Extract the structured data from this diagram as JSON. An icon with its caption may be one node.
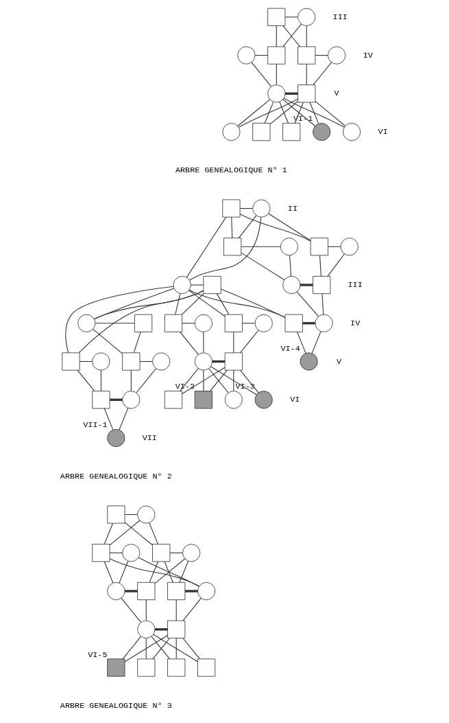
{
  "diagram": {
    "nodes": [
      {
        "text": [],
        "shape": "box"
      },
      {
        "text": [],
        "shape": "circle"
      },
      {
        "text": [],
        "shape": "circle"
      },
      {
        "text": [],
        "shape": "box"
      },
      {
        "text": [],
        "shape": "box"
      },
      {
        "text": [],
        "shape": "circle"
      },
      {
        "text": [],
        "shape": "circle"
      },
      {
        "text": [],
        "shape": "box"
      },
      {
        "text": [],
        "shape": "box"
      },
      {
        "text": [],
        "shape": "box"
      },
      {
        "text": [
          "VI-1"
        ]
      },
      {
        "text": [],
        "shape": "circle"
      },
      {
        "text": [],
        "shape": "circle"
      },
      {
        "text": [],
        "shape": "box"
      },
      {
        "text": [],
        "shape": "circle"
      },
      {
        "text": [],
        "shape": "circle"
      },
      {
        "text": [],
        "shape": "box"
      },
      {
        "text": [],
        "shape": "box"
      },
      {
        "text": [],
        "shape": "circle"
      },
      {
        "text": [],
        "shape": "box"
      },
      {
        "text": [],
        "shape": "circle"
      },
      {
        "text": [],
        "shape": "circle"
      },
      {
        "text": [],
        "shape": "box"
      },
      {
        "text": [],
        "shape": "box"
      },
      {
        "text": [],
        "shape": "circle"
      },
      {
        "text": [],
        "shape": "box"
      },
      {
        "text": [],
        "shape": "circle"
      },
      {
        "text": [],
        "shape": "box"
      },
      {
        "text": [],
        "shape": "circle"
      },
      {
        "text": [],
        "shape": "box"
      },
      {
        "text": [],
        "shape": "circle"
      },
      {
        "text": [],
        "shape": "box"
      },
      {
        "text": [],
        "shape": "box"
      },
      {
        "text": [],
        "shape": "circle"
      },
      {
        "text": [],
        "shape": "box"
      },
      {
        "text": [],
        "shape": "circle"
      },
      {
        "text": [],
        "shape": "box"
      },
      {
        "text": [],
        "shape": "circle"
      },
      {
        "text": [],
        "shape": "circle"
      },
      {
        "text": [],
        "shape": "box"
      },
      {
        "text": [
          "VI-2"
        ]
      },
      {
        "text": [],
        "shape": "circle"
      },
      {
        "text": [
          "VI-3"
        ]
      },
      {
        "text": [
          "VI-4"
        ]
      },
      {
        "text": [
          "VII-1"
        ]
      },
      {
        "text": [],
        "shape": "box"
      },
      {
        "text": [],
        "shape": "circle"
      },
      {
        "text": [],
        "shape": "box"
      },
      {
        "text": [],
        "shape": "circle"
      },
      {
        "text": [],
        "shape": "box"
      },
      {
        "text": [],
        "shape": "circle"
      },
      {
        "text": [],
        "shape": "box"
      },
      {
        "text": [],
        "shape": "box"
      },
      {
        "text": [],
        "shape": "circle"
      },
      {
        "text": [],
        "shape": "circle"
      },
      {
        "text": [],
        "shape": "circle"
      },
      {
        "text": [],
        "shape": "box"
      },
      {
        "text": [],
        "shape": "box"
      },
      {
        "text": [],
        "shape": "box"
      },
      {
        "text": [
          "VI-5"
        ]
      },
      {
        "text": [],
        "shape": "box"
      }
    ],
    "edges": [
      {
        "from": 0,
        "to": 1,
        "arrow": "none"
      },
      {
        "from": 0,
        "to": 3,
        "arrow": "none"
      },
      {
        "from": 1,
        "to": 3,
        "arrow": "none"
      },
      {
        "from": 0,
        "to": 4,
        "arrow": "none"
      },
      {
        "from": 1,
        "to": 4,
        "arrow": "none"
      },
      {
        "from": 2,
        "to": 3,
        "arrow": "none"
      },
      {
        "from": 4,
        "to": 5,
        "arrow": "none"
      },
      {
        "from": 2,
        "to": 6,
        "arrow": "none"
      },
      {
        "from": 3,
        "to": 6,
        "arrow": "none"
      },
      {
        "from": 4,
        "to": 7,
        "arrow": "none"
      },
      {
        "from": 5,
        "to": 7,
        "arrow": "none"
      },
      {
        "from": 6,
        "to": 7,
        "arrow": "none",
        "style": "thick"
      },
      {
        "from": 6,
        "to": 8,
        "arrow": "none"
      },
      {
        "from": 7,
        "to": 8,
        "arrow": "none"
      },
      {
        "from": 6,
        "to": 9,
        "arrow": "none"
      },
      {
        "from": 7,
        "to": 9,
        "arrow": "none"
      },
      {
        "from": 6,
        "to": 10,
        "arrow": "none"
      },
      {
        "from": 7,
        "to": 10,
        "arrow": "none"
      },
      {
        "from": 6,
        "to": 11,
        "arrow": "none"
      },
      {
        "from": 7,
        "to": 11,
        "arrow": "none"
      },
      {
        "from": 6,
        "to": 12,
        "arrow": "none"
      },
      {
        "from": 7,
        "to": 12,
        "arrow": "none"
      },
      {
        "from": 13,
        "to": 14,
        "arrow": "none"
      },
      {
        "from": 13,
        "to": 15,
        "arrow": "none"
      },
      {
        "from": 14,
        "to": 15,
        "arrow": "none"
      },
      {
        "from": 13,
        "to": 17,
        "arrow": "none"
      },
      {
        "from": 14,
        "to": 17,
        "arrow": "none"
      },
      {
        "from": 13,
        "to": 19,
        "arrow": "none"
      },
      {
        "from": 14,
        "to": 19,
        "arrow": "none"
      },
      {
        "from": 15,
        "to": 16,
        "arrow": "none"
      },
      {
        "from": 17,
        "to": 18,
        "arrow": "none"
      },
      {
        "from": 19,
        "to": 20,
        "arrow": "none"
      },
      {
        "from": 15,
        "to": 21,
        "arrow": "none"
      },
      {
        "from": 16,
        "to": 21,
        "arrow": "none"
      },
      {
        "from": 15,
        "to": 23,
        "arrow": "none"
      },
      {
        "from": 16,
        "to": 23,
        "arrow": "none"
      },
      {
        "from": 15,
        "to": 25,
        "arrow": "none"
      },
      {
        "from": 16,
        "to": 25,
        "arrow": "none"
      },
      {
        "from": 15,
        "to": 27,
        "arrow": "none"
      },
      {
        "from": 16,
        "to": 27,
        "arrow": "none"
      },
      {
        "from": 15,
        "to": 29,
        "arrow": "none"
      },
      {
        "from": 16,
        "to": 29,
        "arrow": "none"
      },
      {
        "from": 17,
        "to": 30,
        "arrow": "none"
      },
      {
        "from": 18,
        "to": 30,
        "arrow": "none"
      },
      {
        "from": 19,
        "to": 31,
        "arrow": "none"
      },
      {
        "from": 20,
        "to": 31,
        "arrow": "none"
      },
      {
        "from": 21,
        "to": 22,
        "arrow": "none"
      },
      {
        "from": 23,
        "to": 24,
        "arrow": "none"
      },
      {
        "from": 25,
        "to": 26,
        "arrow": "none"
      },
      {
        "from": 27,
        "to": 28,
        "arrow": "none"
      },
      {
        "from": 30,
        "to": 31,
        "arrow": "none",
        "style": "thick"
      },
      {
        "from": 21,
        "to": 32,
        "arrow": "none"
      },
      {
        "from": 22,
        "to": 32,
        "arrow": "none"
      },
      {
        "from": 32,
        "to": 33,
        "arrow": "none"
      },
      {
        "from": 23,
        "to": 34,
        "arrow": "none"
      },
      {
        "from": 24,
        "to": 34,
        "arrow": "none"
      },
      {
        "from": 25,
        "to": 35,
        "arrow": "none"
      },
      {
        "from": 26,
        "to": 35,
        "arrow": "none"
      },
      {
        "from": 27,
        "to": 36,
        "arrow": "none"
      },
      {
        "from": 28,
        "to": 36,
        "arrow": "none"
      },
      {
        "from": 30,
        "to": 37,
        "arrow": "none"
      },
      {
        "from": 31,
        "to": 37,
        "arrow": "none"
      },
      {
        "from": 35,
        "to": 36,
        "arrow": "none",
        "style": "thick"
      },
      {
        "from": 29,
        "to": 37,
        "arrow": "none",
        "style": "thick"
      },
      {
        "from": 32,
        "to": 38,
        "arrow": "none"
      },
      {
        "from": 33,
        "to": 38,
        "arrow": "none"
      },
      {
        "from": 34,
        "to": 38,
        "arrow": "none",
        "style": "thick"
      },
      {
        "from": 35,
        "to": 39,
        "arrow": "none"
      },
      {
        "from": 36,
        "to": 39,
        "arrow": "none"
      },
      {
        "from": 35,
        "to": 40,
        "arrow": "none"
      },
      {
        "from": 36,
        "to": 40,
        "arrow": "none"
      },
      {
        "from": 35,
        "to": 41,
        "arrow": "none"
      },
      {
        "from": 36,
        "to": 41,
        "arrow": "none"
      },
      {
        "from": 35,
        "to": 42,
        "arrow": "none"
      },
      {
        "from": 36,
        "to": 42,
        "arrow": "none"
      },
      {
        "from": 29,
        "to": 43,
        "arrow": "none"
      },
      {
        "from": 37,
        "to": 43,
        "arrow": "none"
      },
      {
        "from": 34,
        "to": 44,
        "arrow": "none"
      },
      {
        "from": 38,
        "to": 44,
        "arrow": "none"
      },
      {
        "from": 45,
        "to": 46,
        "arrow": "none"
      },
      {
        "from": 45,
        "to": 47,
        "arrow": "none"
      },
      {
        "from": 46,
        "to": 47,
        "arrow": "none"
      },
      {
        "from": 45,
        "to": 49,
        "arrow": "none"
      },
      {
        "from": 46,
        "to": 49,
        "arrow": "none"
      },
      {
        "from": 47,
        "to": 48,
        "arrow": "none"
      },
      {
        "from": 49,
        "to": 50,
        "arrow": "none"
      },
      {
        "from": 47,
        "to": 51,
        "arrow": "none"
      },
      {
        "from": 48,
        "to": 51,
        "arrow": "none"
      },
      {
        "from": 47,
        "to": 52,
        "arrow": "none"
      },
      {
        "from": 48,
        "to": 52,
        "arrow": "none"
      },
      {
        "from": 49,
        "to": 53,
        "arrow": "none"
      },
      {
        "from": 50,
        "to": 53,
        "arrow": "none"
      },
      {
        "from": 49,
        "to": 54,
        "arrow": "none"
      },
      {
        "from": 50,
        "to": 54,
        "arrow": "none"
      },
      {
        "from": 53,
        "to": 51,
        "arrow": "none",
        "style": "thick"
      },
      {
        "from": 52,
        "to": 54,
        "arrow": "none",
        "style": "thick"
      },
      {
        "from": 53,
        "to": 55,
        "arrow": "none"
      },
      {
        "from": 51,
        "to": 55,
        "arrow": "none"
      },
      {
        "from": 52,
        "to": 56,
        "arrow": "none"
      },
      {
        "from": 54,
        "to": 56,
        "arrow": "none"
      },
      {
        "from": 55,
        "to": 56,
        "arrow": "none",
        "style": "thick"
      },
      {
        "from": 55,
        "to": 57,
        "arrow": "none"
      },
      {
        "from": 56,
        "to": 57,
        "arrow": "none"
      },
      {
        "from": 55,
        "to": 58,
        "arrow": "none"
      },
      {
        "from": 56,
        "to": 58,
        "arrow": "none"
      },
      {
        "from": 55,
        "to": 59,
        "arrow": "none"
      },
      {
        "from": 56,
        "to": 59,
        "arrow": "none"
      },
      {
        "from": 55,
        "to": 60,
        "arrow": "none"
      },
      {
        "from": 56,
        "to": 60,
        "arrow": "none"
      }
    ],
    "labels": [
      "III",
      "IV",
      "V",
      "VI",
      "ARBRE GENEALOGIQUE N° 1",
      "II",
      "III",
      "IV",
      "V",
      "VI",
      "VII",
      "ARBRE GENEALOGIQUE N° 2",
      "ARBRE GENEALOGIQUE N° 3"
    ]
  }
}
